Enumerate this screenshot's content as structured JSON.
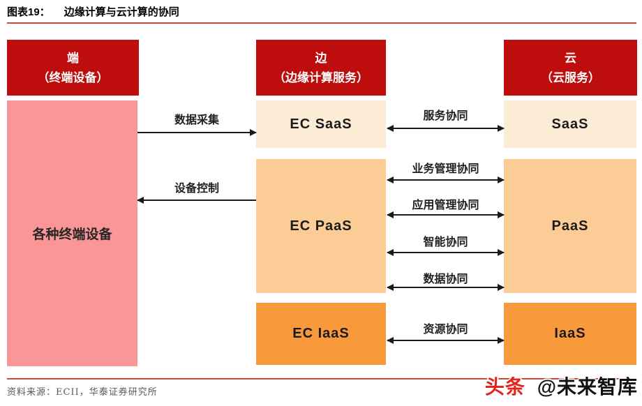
{
  "figure": {
    "label": "图表19：",
    "title": "边缘计算与云计算的协同"
  },
  "columns": {
    "terminal": {
      "title": "端",
      "subtitle": "（终端设备）"
    },
    "edge": {
      "title": "边",
      "subtitle": "（边缘计算服务）"
    },
    "cloud": {
      "title": "云",
      "subtitle": "（云服务）"
    }
  },
  "boxes": {
    "terminal_devices": "各种终端设备",
    "ec_saas": "EC SaaS",
    "ec_paas": "EC PaaS",
    "ec_iaas": "EC IaaS",
    "saas": "SaaS",
    "paas": "PaaS",
    "iaas": "IaaS"
  },
  "arrows": {
    "data_collection": {
      "label": "数据采集",
      "direction": "terminal-to-edge"
    },
    "device_control": {
      "label": "设备控制",
      "direction": "edge-to-terminal"
    },
    "service_collaboration": {
      "label": "服务协同",
      "direction": "bidirectional"
    },
    "business_mgmt_collaboration": {
      "label": "业务管理协同",
      "direction": "bidirectional"
    },
    "app_mgmt_collaboration": {
      "label": "应用管理协同",
      "direction": "bidirectional"
    },
    "intelligence_collaboration": {
      "label": "智能协同",
      "direction": "bidirectional"
    },
    "data_collaboration": {
      "label": "数据协同",
      "direction": "bidirectional"
    },
    "resource_collaboration": {
      "label": "资源协同",
      "direction": "bidirectional"
    }
  },
  "footer": {
    "source": "资料来源：ECII，华泰证券研究所"
  },
  "watermark": {
    "brand": "头条",
    "handle": "@未来智库"
  },
  "colors": {
    "header_red": "#BE0D0D",
    "terminal_pink": "#FB9697",
    "saas_light": "#FCEBD5",
    "paas_medium": "#FBCC96",
    "iaas_orange": "#F8993C",
    "rule_red": "#BF4B3C",
    "watermark_red": "#E1251B"
  }
}
